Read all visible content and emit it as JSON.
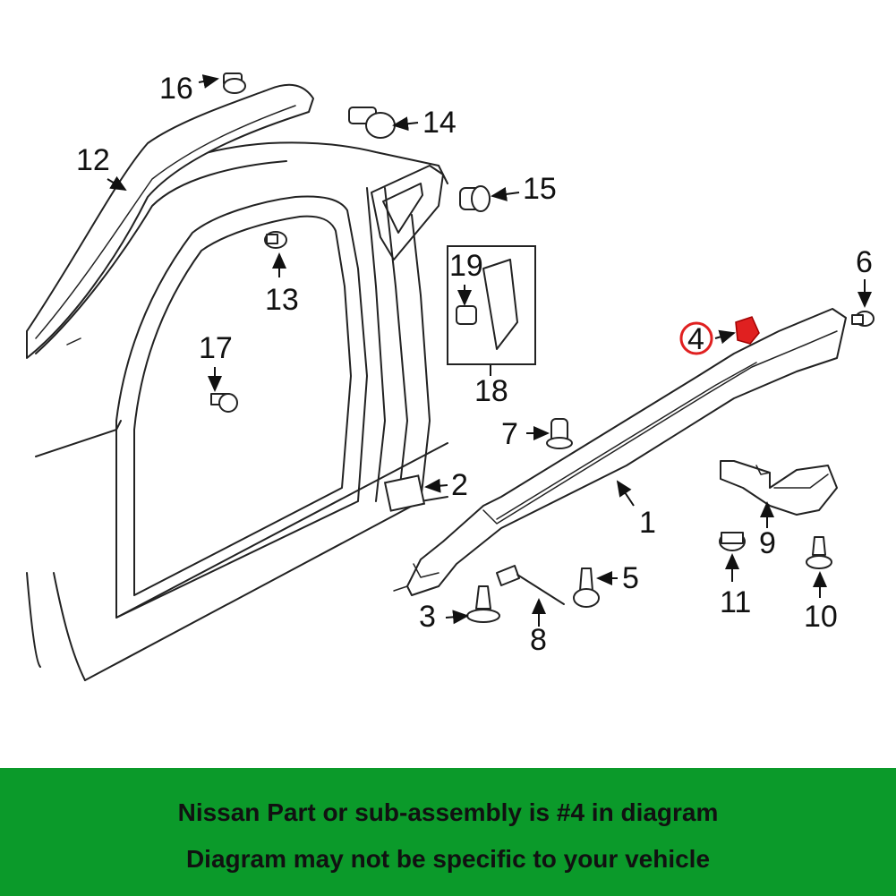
{
  "callouts": [
    "1",
    "2",
    "3",
    "4",
    "5",
    "6",
    "7",
    "8",
    "9",
    "10",
    "11",
    "12",
    "13",
    "14",
    "15",
    "16",
    "17",
    "18",
    "19"
  ],
  "highlight": {
    "callout": "4",
    "color": "#e02020"
  },
  "banner": {
    "line1": "Nissan Part or sub-assembly is #4 in diagram",
    "line2": "Diagram may not be specific to your vehicle",
    "color": "#0b9a2a"
  }
}
